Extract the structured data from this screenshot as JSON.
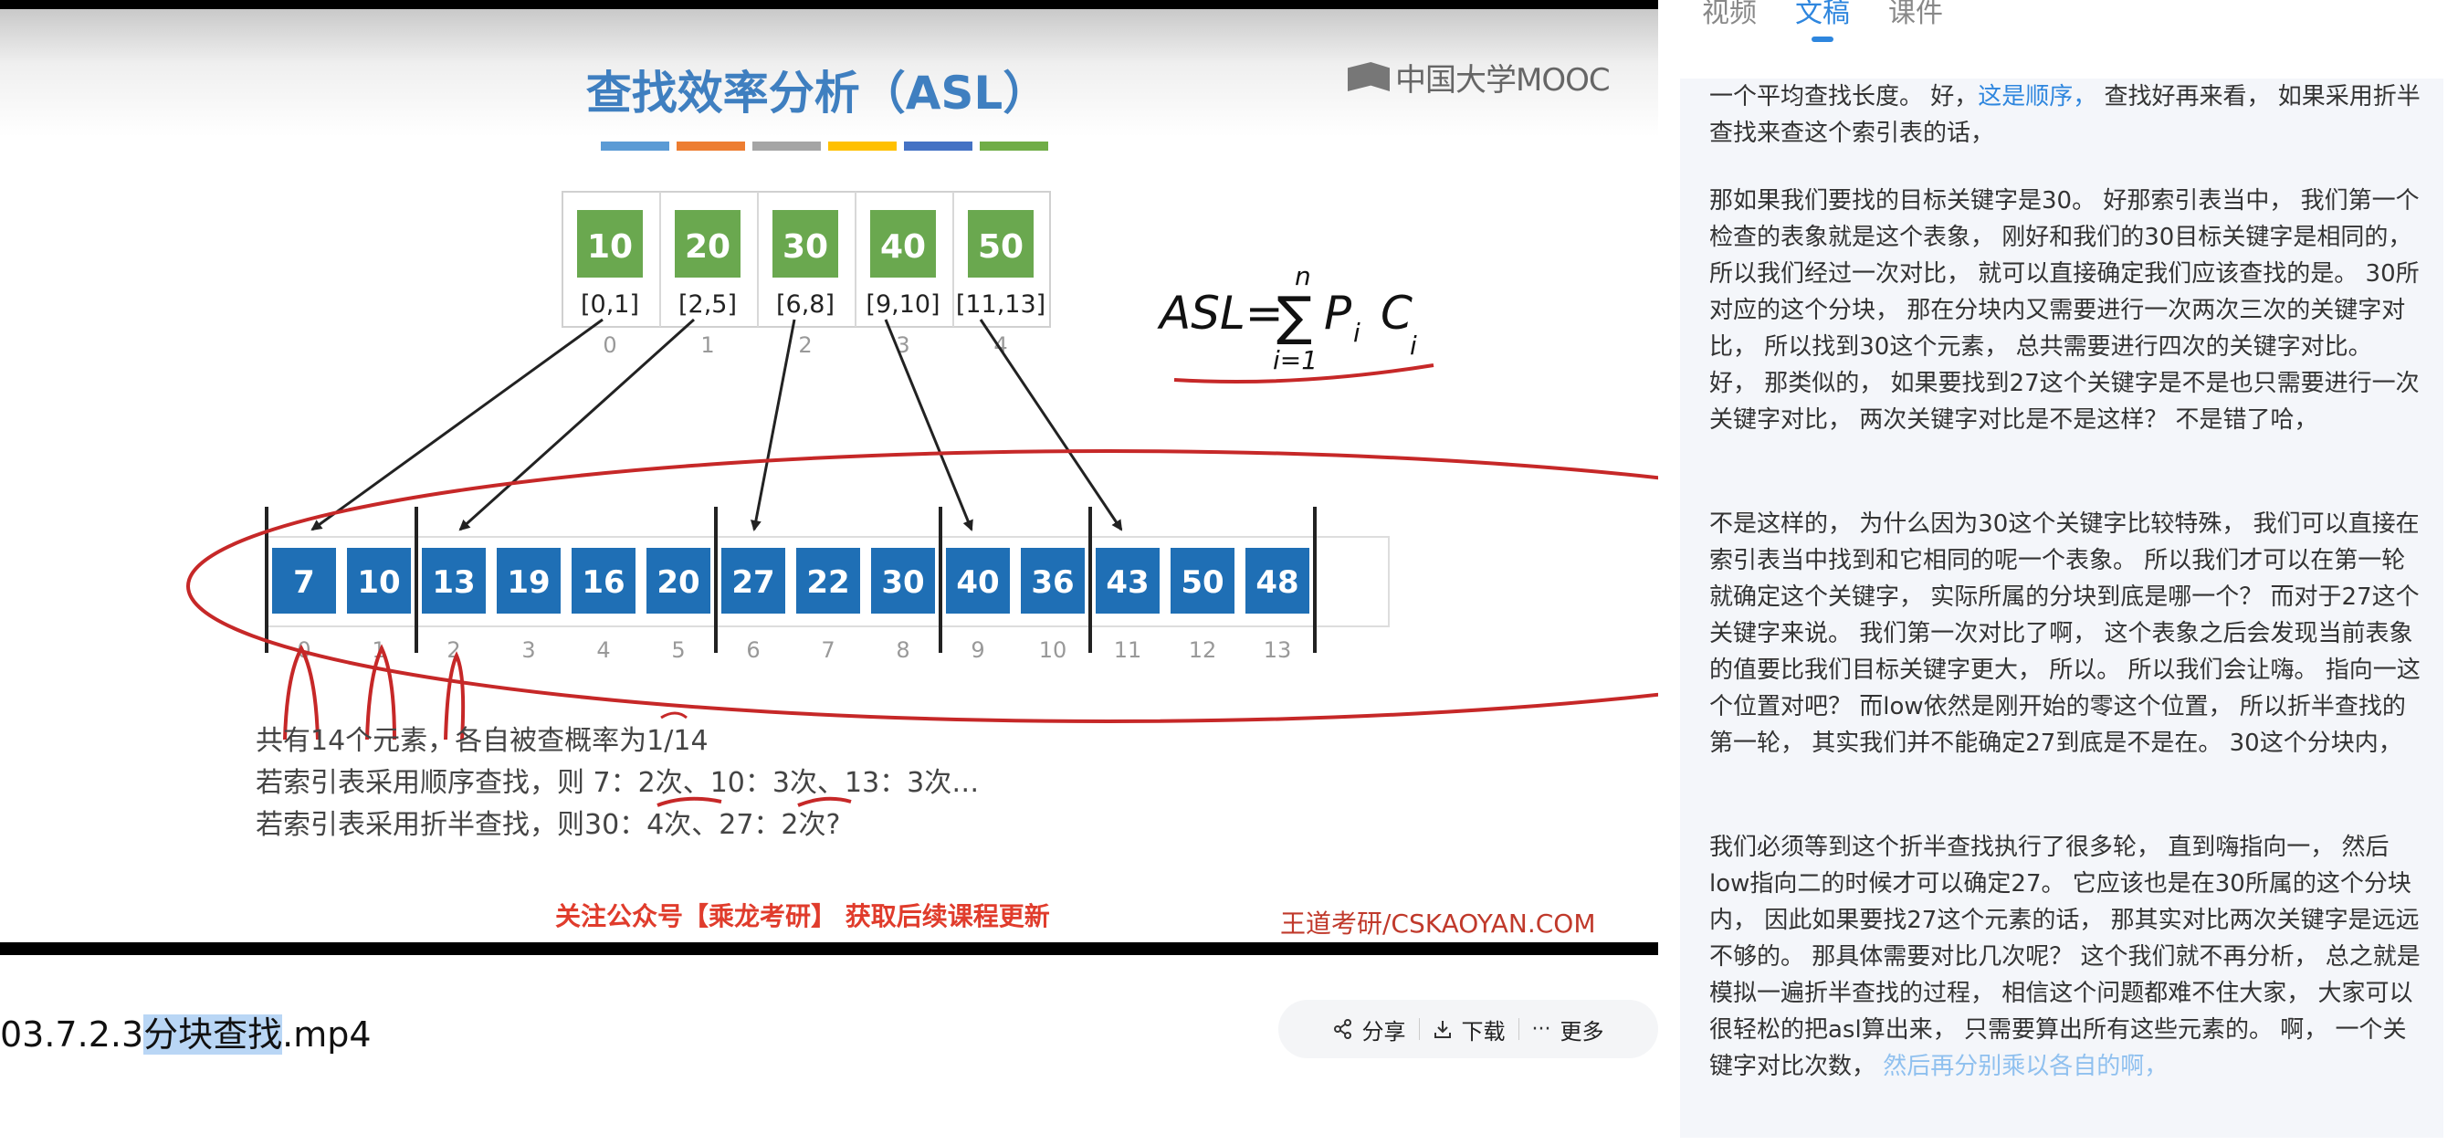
{
  "video": {
    "slide": {
      "title": "查找效率分析（ASL）",
      "colorbar": [
        "#5b9bd5",
        "#ed7d31",
        "#a5a5a5",
        "#ffc000",
        "#4472c4",
        "#70ad47"
      ],
      "logo_text": "中国大学MOOC",
      "index_table": {
        "keys": [
          "10",
          "20",
          "30",
          "40",
          "50"
        ],
        "ranges": [
          "[0,1]",
          "[2,5]",
          "[6,8]",
          "[9,10]",
          "[11,13]"
        ],
        "positions": [
          "0",
          "1",
          "2",
          "3",
          "4"
        ]
      },
      "formula": {
        "lhs": "ASL=",
        "sigma": "∑",
        "upper": "n",
        "lower": "i=1",
        "p": "P",
        "c": "C",
        "sub_p": "i",
        "sub_c": "i"
      },
      "array": {
        "values": [
          "7",
          "10",
          "13",
          "19",
          "16",
          "20",
          "27",
          "22",
          "30",
          "40",
          "36",
          "43",
          "50",
          "48"
        ],
        "indices": [
          "0",
          "1",
          "2",
          "3",
          "4",
          "5",
          "6",
          "7",
          "8",
          "9",
          "10",
          "11",
          "12",
          "13"
        ]
      },
      "line1": "共有14个元素，各自被查概率为1/14",
      "line2": {
        "prefix": "若索引表采用顺序查找，则 7：",
        "a": "2次",
        "mid": "、10：",
        "b": "3次",
        "suffix": "、13：3次…"
      },
      "line3": "若索引表采用折半查找，则30：4次、27：2次?",
      "footer_left": "关注公众号【乘龙考研】 获取后续课程更新",
      "footer_right": "王道考研/CSKAOYAN.COM"
    }
  },
  "file_title": {
    "prefix": "03.7.2.3",
    "highlighted": "分块查找",
    "suffix": ".mp4"
  },
  "actions": {
    "share": "分享",
    "download": "下载",
    "more": "更多",
    "share_icon": "share-icon",
    "download_icon": "download-icon",
    "more_icon": "ellipsis-icon"
  },
  "tabs": [
    "视频",
    "文稿",
    "课件"
  ],
  "active_tab": "文稿",
  "transcript": {
    "p1": {
      "a": "一个平均查找长度。 好，",
      "hl": "这是顺序，",
      "b": " 查找好再来看， 如果采用折半查找来查这个索引表的话，"
    },
    "p2": "那如果我们要找的目标关键字是30。 好那索引表当中， 我们第一个检查的表象就是这个表象， 刚好和我们的30目标关键字是相同的， 所以我们经过一次对比， 就可以直接确定我们应该查找的是。 30所对应的这个分块， 那在分块内又需要进行一次两次三次的关键字对比， 所以找到30这个元素， 总共需要进行四次的关键字对比。 好， 那类似的， 如果要找到27这个关键字是不是也只需要进行一次关键字对比， 两次关键字对比是不是这样？ 不是错了哈，",
    "p3": "不是这样的， 为什么因为30这个关键字比较特殊， 我们可以直接在索引表当中找到和它相同的呢一个表象。 所以我们才可以在第一轮就确定这个关键字， 实际所属的分块到底是哪一个？ 而对于27这个关键字来说。 我们第一次对比了啊， 这个表象之后会发现当前表象的值要比我们目标关键字更大， 所以。 所以我们会让嗨。 指向一这个位置对吧？ 而low依然是刚开始的零这个位置， 所以折半查找的第一轮， 其实我们并不能确定27到底是不是在。 30这个分块内，",
    "p4": {
      "a": "我们必须等到这个折半查找执行了很多轮， 直到嗨指向一， 然后low指向二的时候才可以确定27。 它应该也是在30所属的这个分块内， 因此如果要找27这个元素的话， 那其实对比两次关键字是远远不够的。 那具体需要对比几次呢？ 这个我们就不再分析， 总之就是模拟一遍折半查找的过程， 相信这个问题都难不住大家， 大家可以很轻松的把asl算出来， 只需要算出所有这些元素的。 啊， 一个关键字对比次数，",
      "hl": " 然后再分别乘以各自的啊，"
    }
  }
}
